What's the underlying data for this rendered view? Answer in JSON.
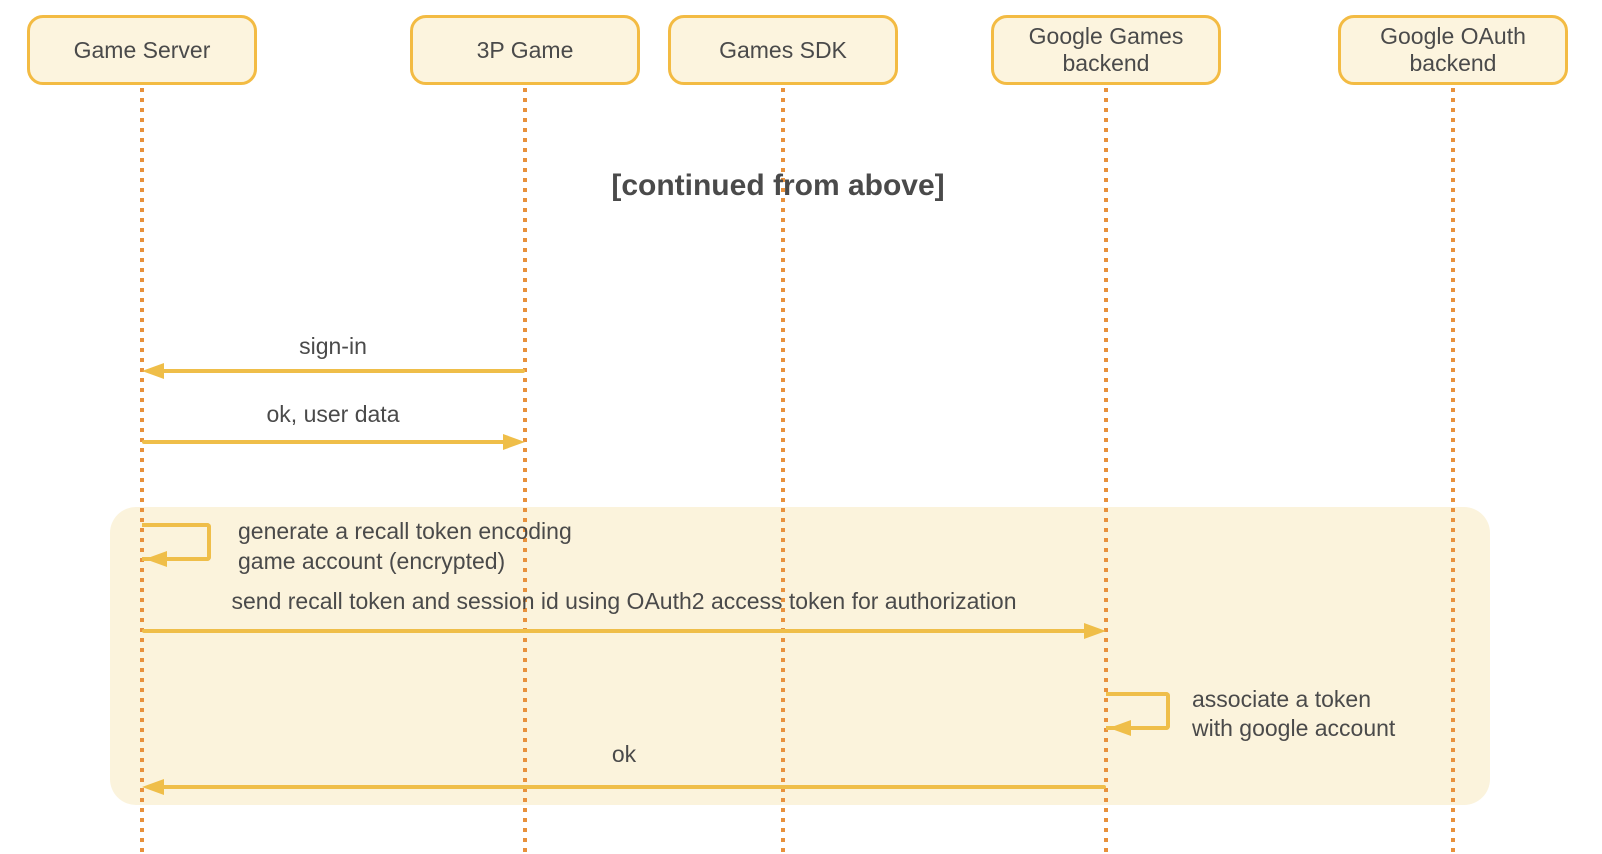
{
  "colors": {
    "actor_fill": "#FCF4DE",
    "actor_border": "#F3BB43",
    "region_fill": "#FBF3DC",
    "arrow": "#EFBE49",
    "lifeline": "#E8913C",
    "text": "#4A4A4A"
  },
  "diagram": {
    "type": "sequence-diagram",
    "note": "[continued from above]",
    "actors": [
      {
        "label": "Game Server"
      },
      {
        "label": "3P Game"
      },
      {
        "label": "Games SDK"
      },
      {
        "label": "Google Games backend"
      },
      {
        "label": "Google OAuth backend"
      }
    ],
    "messages": [
      {
        "label": "sign-in",
        "from": "3P Game",
        "to": "Game Server"
      },
      {
        "label": "ok, user data",
        "from": "Game Server",
        "to": "3P Game"
      },
      {
        "type": "self",
        "actor": "Game Server",
        "lines": [
          "generate a recall token encoding",
          "game account (encrypted)"
        ]
      },
      {
        "label": "send recall token and session id using OAuth2 access token for authorization",
        "from": "Game Server",
        "to": "Google Games backend"
      },
      {
        "type": "self",
        "actor": "Google Games backend",
        "lines": [
          "associate a token",
          "with google account"
        ]
      },
      {
        "label": "ok",
        "from": "Google Games backend",
        "to": "Game Server"
      }
    ]
  }
}
